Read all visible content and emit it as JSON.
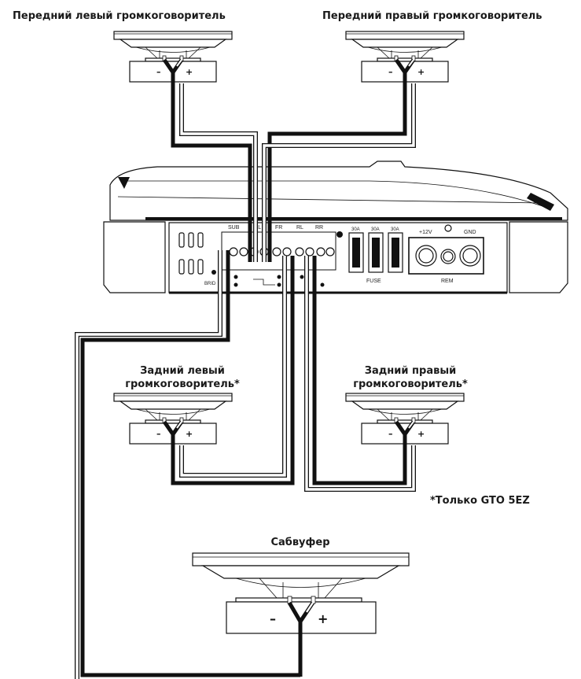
{
  "labels": {
    "front_left": "Передний левый громкоговоритель",
    "front_right": "Передний правый громкоговоритель",
    "rear_left_1": "Задний левый",
    "rear_left_2": "громкоговоритель*",
    "rear_right_1": "Задний правый",
    "rear_right_2": "громкоговоритель*",
    "subwoofer": "Сабвуфер",
    "note": "*Только GTO 5EZ"
  },
  "polarity": {
    "minus": "–",
    "plus": "+"
  },
  "amplifier": {
    "channels": [
      "SUB",
      "FL",
      "FR",
      "RL",
      "RR"
    ],
    "fuse_ratings": [
      "30A",
      "30A",
      "30A"
    ],
    "fuse_label": "FUSE",
    "power_labels": [
      "+12V",
      "GND"
    ],
    "rem_label": "REM",
    "bridge_label": "BRID"
  }
}
